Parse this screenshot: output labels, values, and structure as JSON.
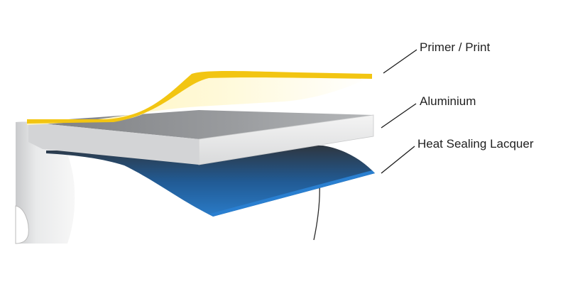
{
  "layers": [
    {
      "id": "primer",
      "label": "Primer / Print",
      "color": "#f2c512"
    },
    {
      "id": "aluminium",
      "label": "Aluminium",
      "color": "#b9bbbd"
    },
    {
      "id": "lacquer",
      "label": "Heat Sealing Lacquer",
      "color": "#1d6bb5"
    }
  ],
  "colors": {
    "leader_line": "#1a1a1a",
    "roll_outline": "#2b2b2b"
  }
}
